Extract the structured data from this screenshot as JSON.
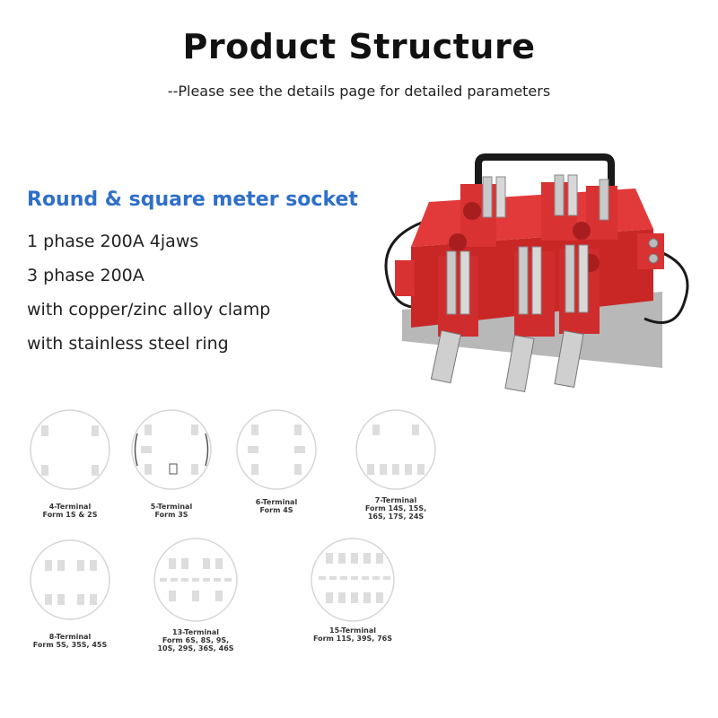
{
  "header": {
    "title": "Product Structure",
    "subtitle": "--Please see the details page for detailed parameters"
  },
  "features": {
    "heading": "Round & square meter socket",
    "lines": [
      "1 phase 200A 4jaws",
      "3 phase 200A",
      "with copper/zinc alloy clamp",
      "with stainless steel ring"
    ]
  },
  "diagrams": [
    {
      "line1": "4-Terminal",
      "line2": "Form 1S & 2S",
      "line3": ""
    },
    {
      "line1": "5-Terminal",
      "line2": "Form 3S",
      "line3": ""
    },
    {
      "line1": "6-Terminal",
      "line2": "Form 4S",
      "line3": ""
    },
    {
      "line1": "7-Terminal",
      "line2": "Form 14S, 15S,",
      "line3": "16S, 17S, 24S"
    },
    {
      "line1": "8-Terminal",
      "line2": "Form 5S, 35S, 45S",
      "line3": ""
    },
    {
      "line1": "13-Terminal",
      "line2": "Form 6S, 8S, 9S,",
      "line3": "10S, 29S, 36S, 46S"
    },
    {
      "line1": "15-Terminal",
      "line2": "Form 11S, 39S, 76S",
      "line3": ""
    }
  ],
  "colors": {
    "heading_blue": "#2f6fc9",
    "socket_red": "#d83232",
    "terminal_gray": "#dddddd",
    "circle_outline": "#d6d6d6"
  }
}
